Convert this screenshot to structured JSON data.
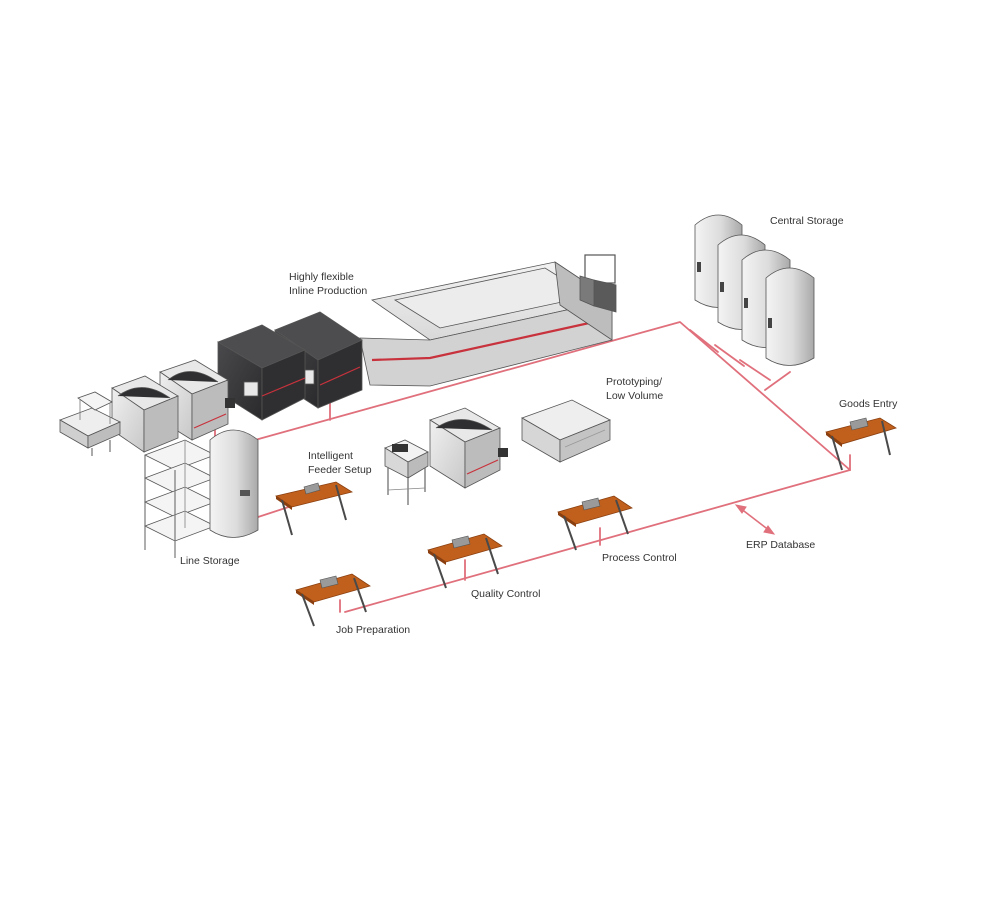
{
  "colors": {
    "network": "#e0707c",
    "desk_top": "#c0601c",
    "desk_edge": "#8a3f10",
    "desk_leg": "#4a4a4a",
    "machine_dark": "#3a3a3c",
    "machine_light": "#e4e4e4",
    "oven_red": "#c8323c",
    "storage_light": "#e6e6e6",
    "storage_dark": "#8c8c8c"
  },
  "labels": {
    "highly_flexible": [
      "Highly flexible",
      "Inline Production"
    ],
    "central_storage": "Central Storage",
    "prototyping": [
      "Prototyping/",
      "Low Volume"
    ],
    "goods_entry": "Goods Entry",
    "intelligent_feeder": [
      "Intelligent",
      "Feeder Setup"
    ],
    "line_storage": "Line Storage",
    "process_control": "Process Control",
    "erp_database": "ERP Database",
    "quality_control": "Quality Control",
    "job_preparation": "Job Preparation"
  },
  "icons": {
    "erp_arrow": "double-headed-arrow-icon",
    "laptop": "laptop-icon"
  }
}
